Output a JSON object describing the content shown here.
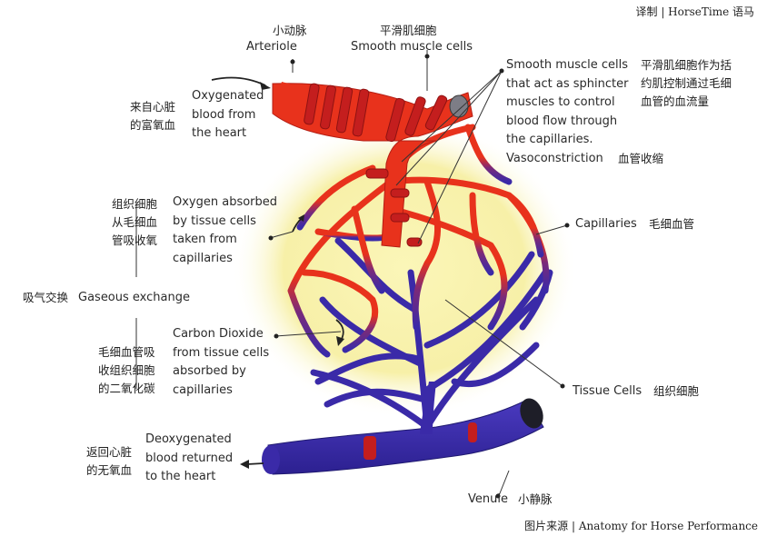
{
  "credits": {
    "top": "译制 | HorseTime 语马",
    "bottom": "图片来源 | Anatomy for Horse Performance"
  },
  "labels": {
    "arteriole": {
      "zh": "小动脉",
      "en": "Arteriole"
    },
    "smooth_muscle_cells": {
      "zh": "平滑肌细胞",
      "en": "Smooth muscle cells"
    },
    "sphincter_note": {
      "en_lines": [
        "Smooth muscle cells",
        "that act as sphincter",
        "muscles to control",
        "blood flow through",
        "the capillaries.",
        "Vasoconstriction"
      ],
      "zh_lines": [
        "平滑肌细胞作为括",
        "约肌控制通过毛细",
        "血管的血流量"
      ],
      "zh_vaso": "血管收缩"
    },
    "oxygenated": {
      "zh_lines": [
        "来自心脏",
        "的富氧血"
      ],
      "en_lines": [
        "Oxygenated",
        "blood from",
        "the heart"
      ]
    },
    "oxygen_absorbed": {
      "zh_lines": [
        "组织细胞",
        "从毛细血",
        "管吸收氧"
      ],
      "en_lines": [
        "Oxygen absorbed",
        "by tissue cells",
        "taken from",
        "capillaries"
      ]
    },
    "capillaries": {
      "en": "Capillaries",
      "zh": "毛细血管"
    },
    "gaseous_exchange": {
      "zh": "吸气交换",
      "en": "Gaseous exchange"
    },
    "carbon_dioxide": {
      "zh_lines": [
        "毛细血管吸",
        "收组织细胞",
        "的二氧化碳"
      ],
      "en_lines": [
        "Carbon Dioxide",
        "from tissue cells",
        "absorbed by",
        "capillaries"
      ]
    },
    "tissue_cells": {
      "en": "Tissue Cells",
      "zh": "组织细胞"
    },
    "deoxygenated": {
      "zh_lines": [
        "返回心脏",
        "的无氧血"
      ],
      "en_lines": [
        "Deoxygenated",
        "blood returned",
        "to the heart"
      ]
    },
    "venule": {
      "en": "Venule",
      "zh": "小静脉"
    }
  },
  "colors": {
    "arterial_red": "#e8321c",
    "venous_blue": "#3a2aa8",
    "tissue_glow": "#f6ef9c",
    "band": "#c41e1e"
  }
}
